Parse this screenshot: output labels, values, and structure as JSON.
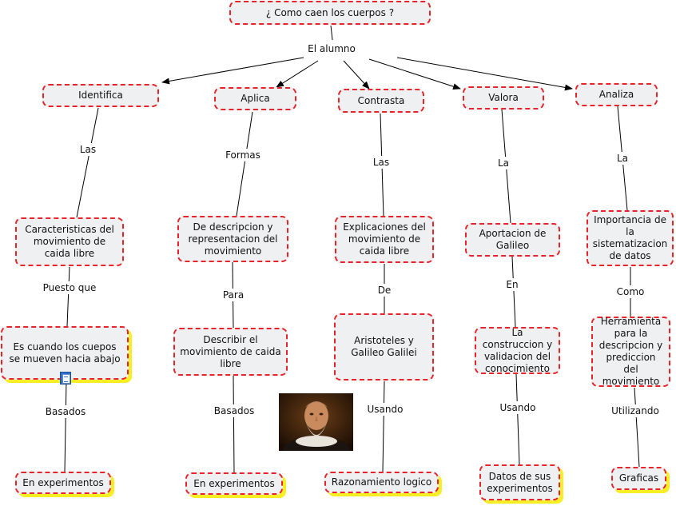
{
  "title": "¿ Como caen los cuerpos ?",
  "root": "El alumno",
  "columns": [
    {
      "verb": "Identifica",
      "link1": "Las",
      "concept": "Caracteristicas del movimiento de caida libre",
      "link2": "Puesto que",
      "detail": "Es cuando los cuepos se mueven hacia abajo",
      "link3": "Basados",
      "leaf": "En experimentos"
    },
    {
      "verb": "Aplica",
      "link1": "Formas",
      "concept": "De descripcion y representacion del movimiento",
      "link2": "Para",
      "detail": "Describir el movimiento de caida libre",
      "link3": "Basados",
      "leaf": "En experimentos"
    },
    {
      "verb": "Contrasta",
      "link1": "Las",
      "concept": "Explicaciones del movimiento de caida libre",
      "link2": "De",
      "detail": "Aristoteles y Galileo Galilei",
      "link3": "Usando",
      "leaf": "Razonamiento logico"
    },
    {
      "verb": "Valora",
      "link1": "La",
      "concept": "Aportacion de Galileo",
      "link2": "En",
      "detail": "La construccion y validacion del conocimiento",
      "link3": "Usando",
      "leaf": "Datos de sus experimentos"
    },
    {
      "verb": "Analiza",
      "link1": "La",
      "concept": "Importancia de la sistematizacion de datos",
      "link2": "Como",
      "detail": "Herramienta para la descripcion y prediccion del movimiento",
      "link3": "Utilizando",
      "leaf": "Graficas"
    }
  ],
  "colors": {
    "border": "#e8242b",
    "node_fill": "#eef0f1",
    "highlight": "#f7ee24",
    "line": "#000000"
  },
  "icons": [
    "document-icon",
    "galileo-portrait"
  ]
}
